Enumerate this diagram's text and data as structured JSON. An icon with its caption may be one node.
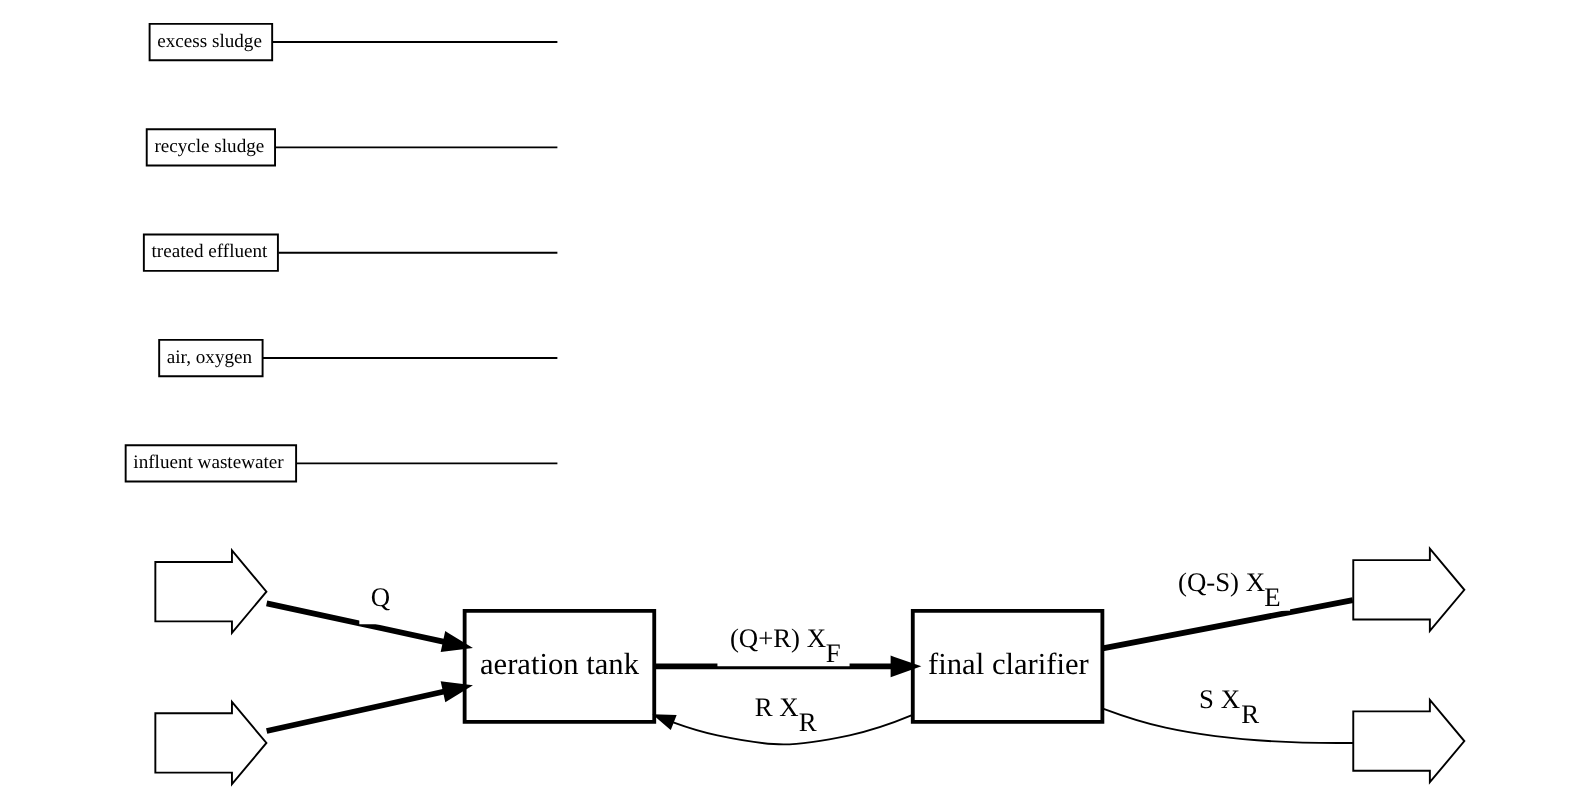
{
  "diagram": {
    "nodes": [
      {
        "text": [],
        "shape": "arrow"
      },
      {
        "text": [],
        "shape": "arrow"
      },
      {
        "text": [
          "aeration tank"
        ]
      },
      {
        "text": [
          "final clarifier"
        ]
      },
      {
        "text": [],
        "shape": "arrow"
      },
      {
        "text": [],
        "shape": "arrow"
      },
      {
        "text": [
          "influent wastewater"
        ]
      },
      {
        "text": [
          "air, oxygen"
        ]
      },
      {
        "text": [
          "treated effluent"
        ]
      },
      {
        "text": [
          "recycle sludge"
        ]
      },
      {
        "text": [
          "excess sludge"
        ]
      }
    ],
    "edges": [
      {
        "from": 0,
        "to": 2,
        "arrow": "to",
        "label": "Q",
        "style": "thick"
      },
      {
        "from": 1,
        "to": 2,
        "arrow": "to",
        "style": "thick"
      },
      {
        "from": 2,
        "to": 3,
        "arrow": "to",
        "label": "(Q+R) X$_{F}$",
        "style": "thick"
      },
      {
        "from": 3,
        "to": 4,
        "arrow": "none",
        "label": "(Q-S) X$_{E}$",
        "style": "thick"
      },
      {
        "from": 3,
        "to": 2,
        "arrow": "to",
        "label": "R X$_{R}$"
      },
      {
        "from": 3,
        "to": 5,
        "arrow": "none",
        "label": "S X$_{R}$"
      },
      {
        "from": 6,
        "to": null,
        "arrow": "none"
      },
      {
        "from": 7,
        "to": null,
        "arrow": "none"
      },
      {
        "from": 8,
        "to": null,
        "arrow": "none"
      },
      {
        "from": 9,
        "to": null,
        "arrow": "none"
      },
      {
        "from": 10,
        "to": null,
        "arrow": "none"
      }
    ]
  }
}
